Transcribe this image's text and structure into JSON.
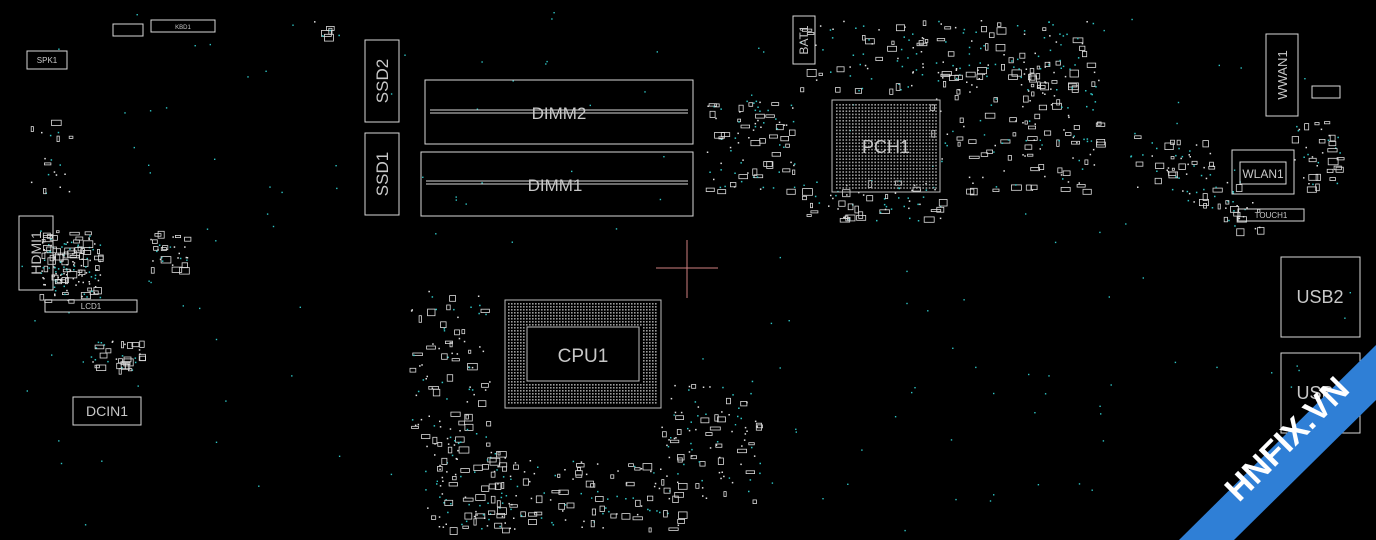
{
  "labels": {
    "spk": "SPK1",
    "hdmi": "HDMI1",
    "lcd": "LCD1",
    "dcin": "DCIN1",
    "ssd2": "SSD2",
    "ssd1": "SSD1",
    "dimm2": "DIMM2",
    "dimm1": "DIMM1",
    "cpu": "CPU1",
    "bat": "BAT1",
    "pch": "PCH1",
    "wwan": "WWAN1",
    "wlan": "WLAN1",
    "touch": "TOUCH1",
    "usb2": "USB2",
    "usb1": "USB1",
    "kbd": "KBD1"
  },
  "watermark": {
    "text": "HNFIX.VN",
    "color": "#2f7fd6"
  },
  "colors": {
    "background": "#000000",
    "silkscreen": "#d8d8d8",
    "via": "#2ec4c4",
    "crosshair": "#d08080"
  }
}
